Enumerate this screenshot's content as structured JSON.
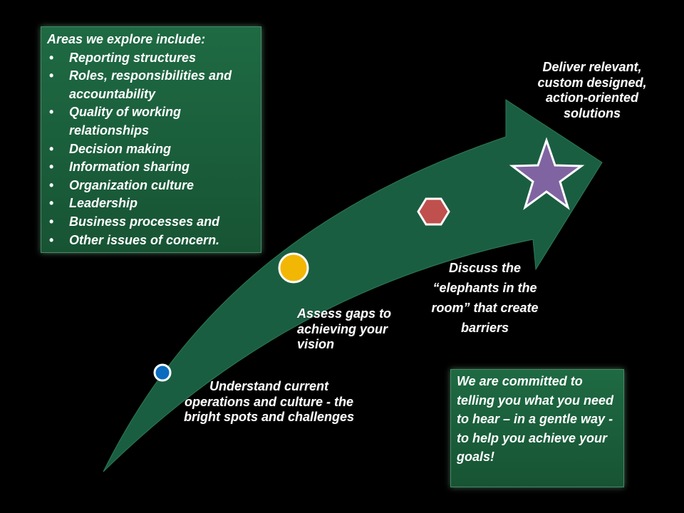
{
  "areas_box": {
    "heading": "Areas we explore include:",
    "items": [
      "Reporting structures",
      "Roles, responsibilities and accountability",
      "Quality of working relationships",
      "Decision making",
      "Information sharing",
      "Organization culture",
      "Leadership",
      "Business processes and",
      "Other issues of concern."
    ]
  },
  "commitment_box": {
    "text": "We are committed to telling you what you need to hear – in a gentle way - to help you achieve your goals!"
  },
  "steps": {
    "understand": "Understand current operations and culture - the bright spots and challenges",
    "assess": "Assess gaps to achieving your vision",
    "elephants": "Discuss the “elephants in the room” that create barriers",
    "deliver": "Deliver relevant, custom designed, action-oriented solutions"
  },
  "markers": {
    "understand": {
      "shape": "circle",
      "color": "#0a6bbf"
    },
    "assess": {
      "shape": "circle",
      "color": "#f2b705"
    },
    "elephants": {
      "shape": "hexagon",
      "color": "#c0504d"
    },
    "deliver": {
      "shape": "star",
      "color": "#8064a2"
    }
  },
  "colors": {
    "background": "#000000",
    "arrow_fill": "#1a5e42",
    "box_fill": "#1a5c3a",
    "text": "#ffffff",
    "marker_outline": "#ffffff"
  }
}
